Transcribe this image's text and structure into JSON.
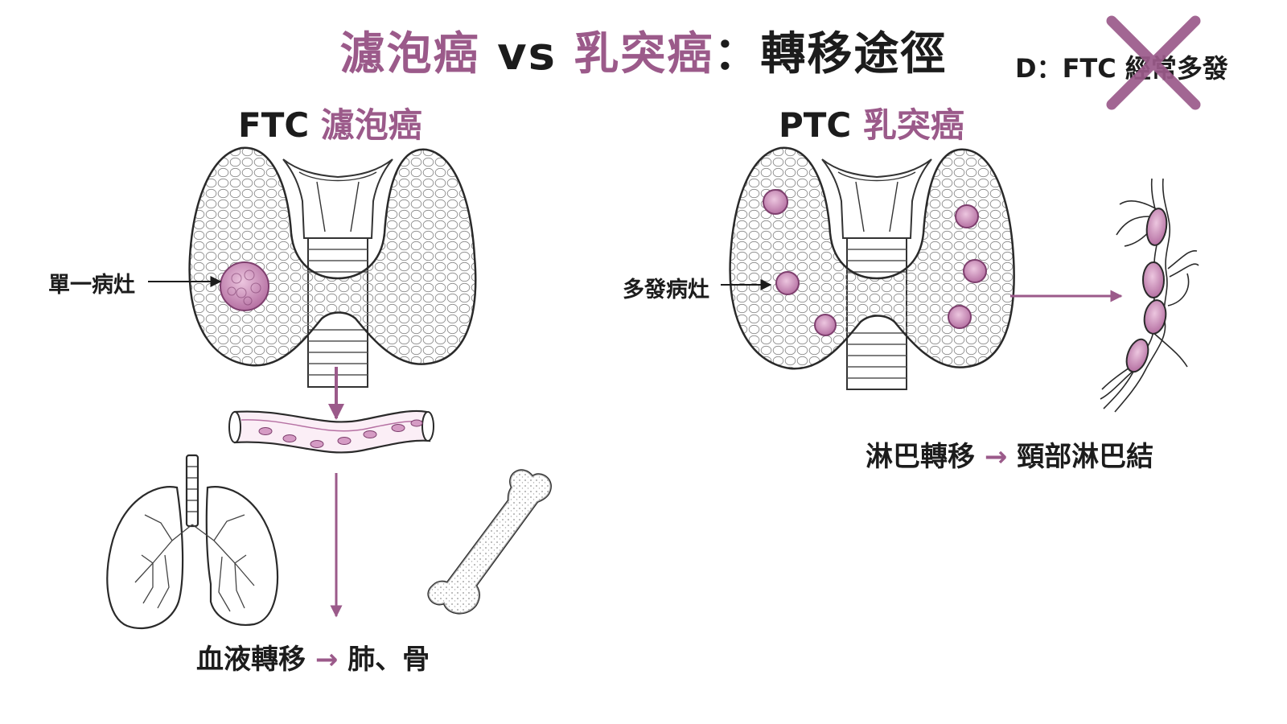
{
  "title": {
    "part1": "濾泡癌",
    "vs": " vs ",
    "part2": "乳突癌",
    "rest": "：轉移途徑"
  },
  "note": {
    "text": "D：FTC 經常多發",
    "crossed": true
  },
  "ftc": {
    "heading_code": "FTC ",
    "heading_name": "濾泡癌",
    "lesion_label": "單一病灶",
    "route_label": "血液轉移",
    "arrow": "→",
    "destination": "肺、骨"
  },
  "ptc": {
    "heading_code": "PTC ",
    "heading_name": "乳突癌",
    "lesion_label": "多發病灶",
    "route_label": "淋巴轉移",
    "arrow": "→",
    "destination": "頸部淋巴結"
  },
  "colors": {
    "accent": "#9b5a8a",
    "text": "#1c1c1c",
    "tumor": "#d59bc4",
    "tumor_dark": "#9b5a8a",
    "cross": "#9b5a8a"
  },
  "icons": [
    "thyroid-icon",
    "trachea-icon",
    "blood-vessel-icon",
    "lungs-icon",
    "bone-icon",
    "lymph-node-icon",
    "arrow-icon",
    "cross-icon"
  ]
}
